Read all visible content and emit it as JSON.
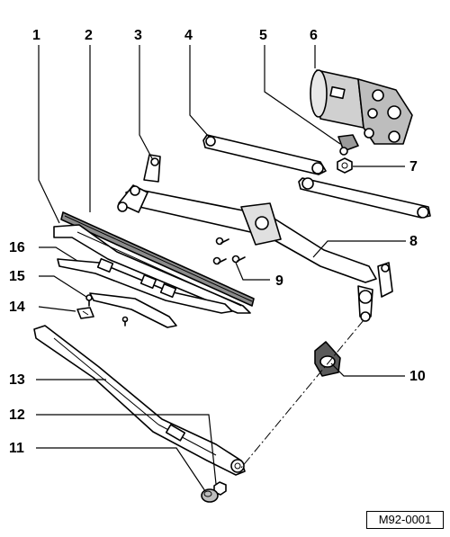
{
  "figure_id": "M92-0001",
  "callouts": [
    {
      "id": "1",
      "label": "1"
    },
    {
      "id": "2",
      "label": "2"
    },
    {
      "id": "3",
      "label": "3"
    },
    {
      "id": "4",
      "label": "4"
    },
    {
      "id": "5",
      "label": "5"
    },
    {
      "id": "6",
      "label": "6"
    },
    {
      "id": "7",
      "label": "7"
    },
    {
      "id": "8",
      "label": "8"
    },
    {
      "id": "9",
      "label": "9"
    },
    {
      "id": "10",
      "label": "10"
    },
    {
      "id": "11",
      "label": "11"
    },
    {
      "id": "12",
      "label": "12"
    },
    {
      "id": "13",
      "label": "13"
    },
    {
      "id": "14",
      "label": "14"
    },
    {
      "id": "15",
      "label": "15"
    },
    {
      "id": "16",
      "label": "16"
    }
  ],
  "colors": {
    "ink": "#000000",
    "fill_light": "#ffffff",
    "fill_shade": "#c8c8c8",
    "fill_mid": "#8a8a8a"
  }
}
